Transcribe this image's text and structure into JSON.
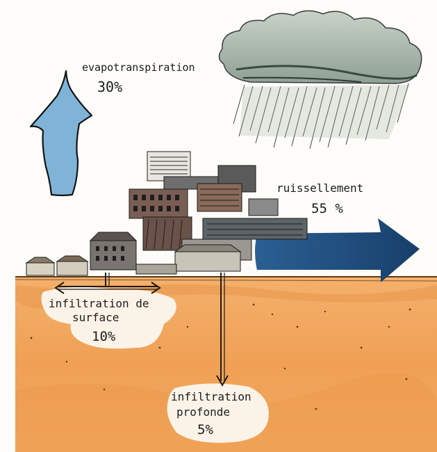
{
  "labels": {
    "evapotranspiration": {
      "name": "evapotranspiration",
      "pct": "30%"
    },
    "runoff": {
      "name": "ruissellement",
      "pct": "55 %"
    },
    "surface_infiltration": {
      "line1": "infiltration de",
      "line2": "surface",
      "pct": "10%"
    },
    "deep_infiltration": {
      "line1": "infiltration",
      "line2": "profonde",
      "pct": "5%"
    }
  },
  "colors": {
    "water_blue": "#7fb4d8",
    "runoff_arrow": "#1f4f80",
    "soil": "#f2a35a",
    "soil_dark": "#e58e3c",
    "cloud": "#b8c4bb",
    "rain": "#2a2a2a"
  }
}
